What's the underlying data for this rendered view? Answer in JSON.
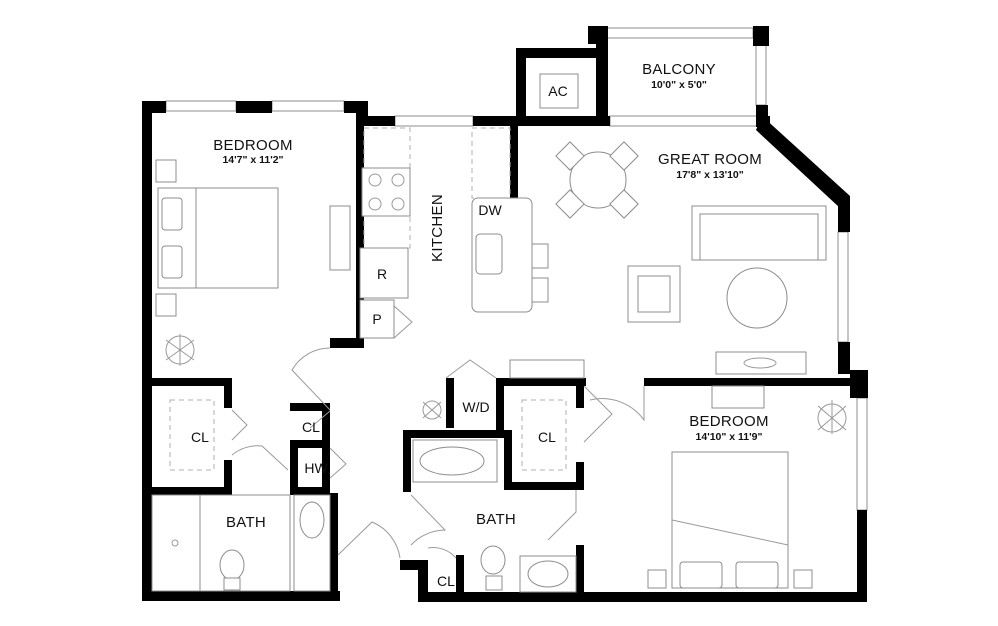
{
  "rooms": {
    "bedroom_left": {
      "label": "BEDROOM",
      "size": "14'7\" x 11'2\""
    },
    "balcony": {
      "label": "BALCONY",
      "size": "10'0\" x 5'0\""
    },
    "great_room": {
      "label": "GREAT ROOM",
      "size": "17'8\" x 13'10\""
    },
    "bedroom_right": {
      "label": "BEDROOM",
      "size": "14'10\" x 11'9\""
    },
    "kitchen": {
      "label": "KITCHEN"
    },
    "bath_left": {
      "label": "BATH"
    },
    "bath_center": {
      "label": "BATH"
    }
  },
  "fixtures": {
    "ac": "AC",
    "dw": "DW",
    "refrigerator": "R",
    "pantry": "P",
    "washer_dryer": "W/D",
    "hot_water": "HW",
    "closet_bedroom_left": "CL",
    "closet_hall": "CL",
    "closet_bedroom_right": "CL",
    "closet_bath": "CL"
  }
}
